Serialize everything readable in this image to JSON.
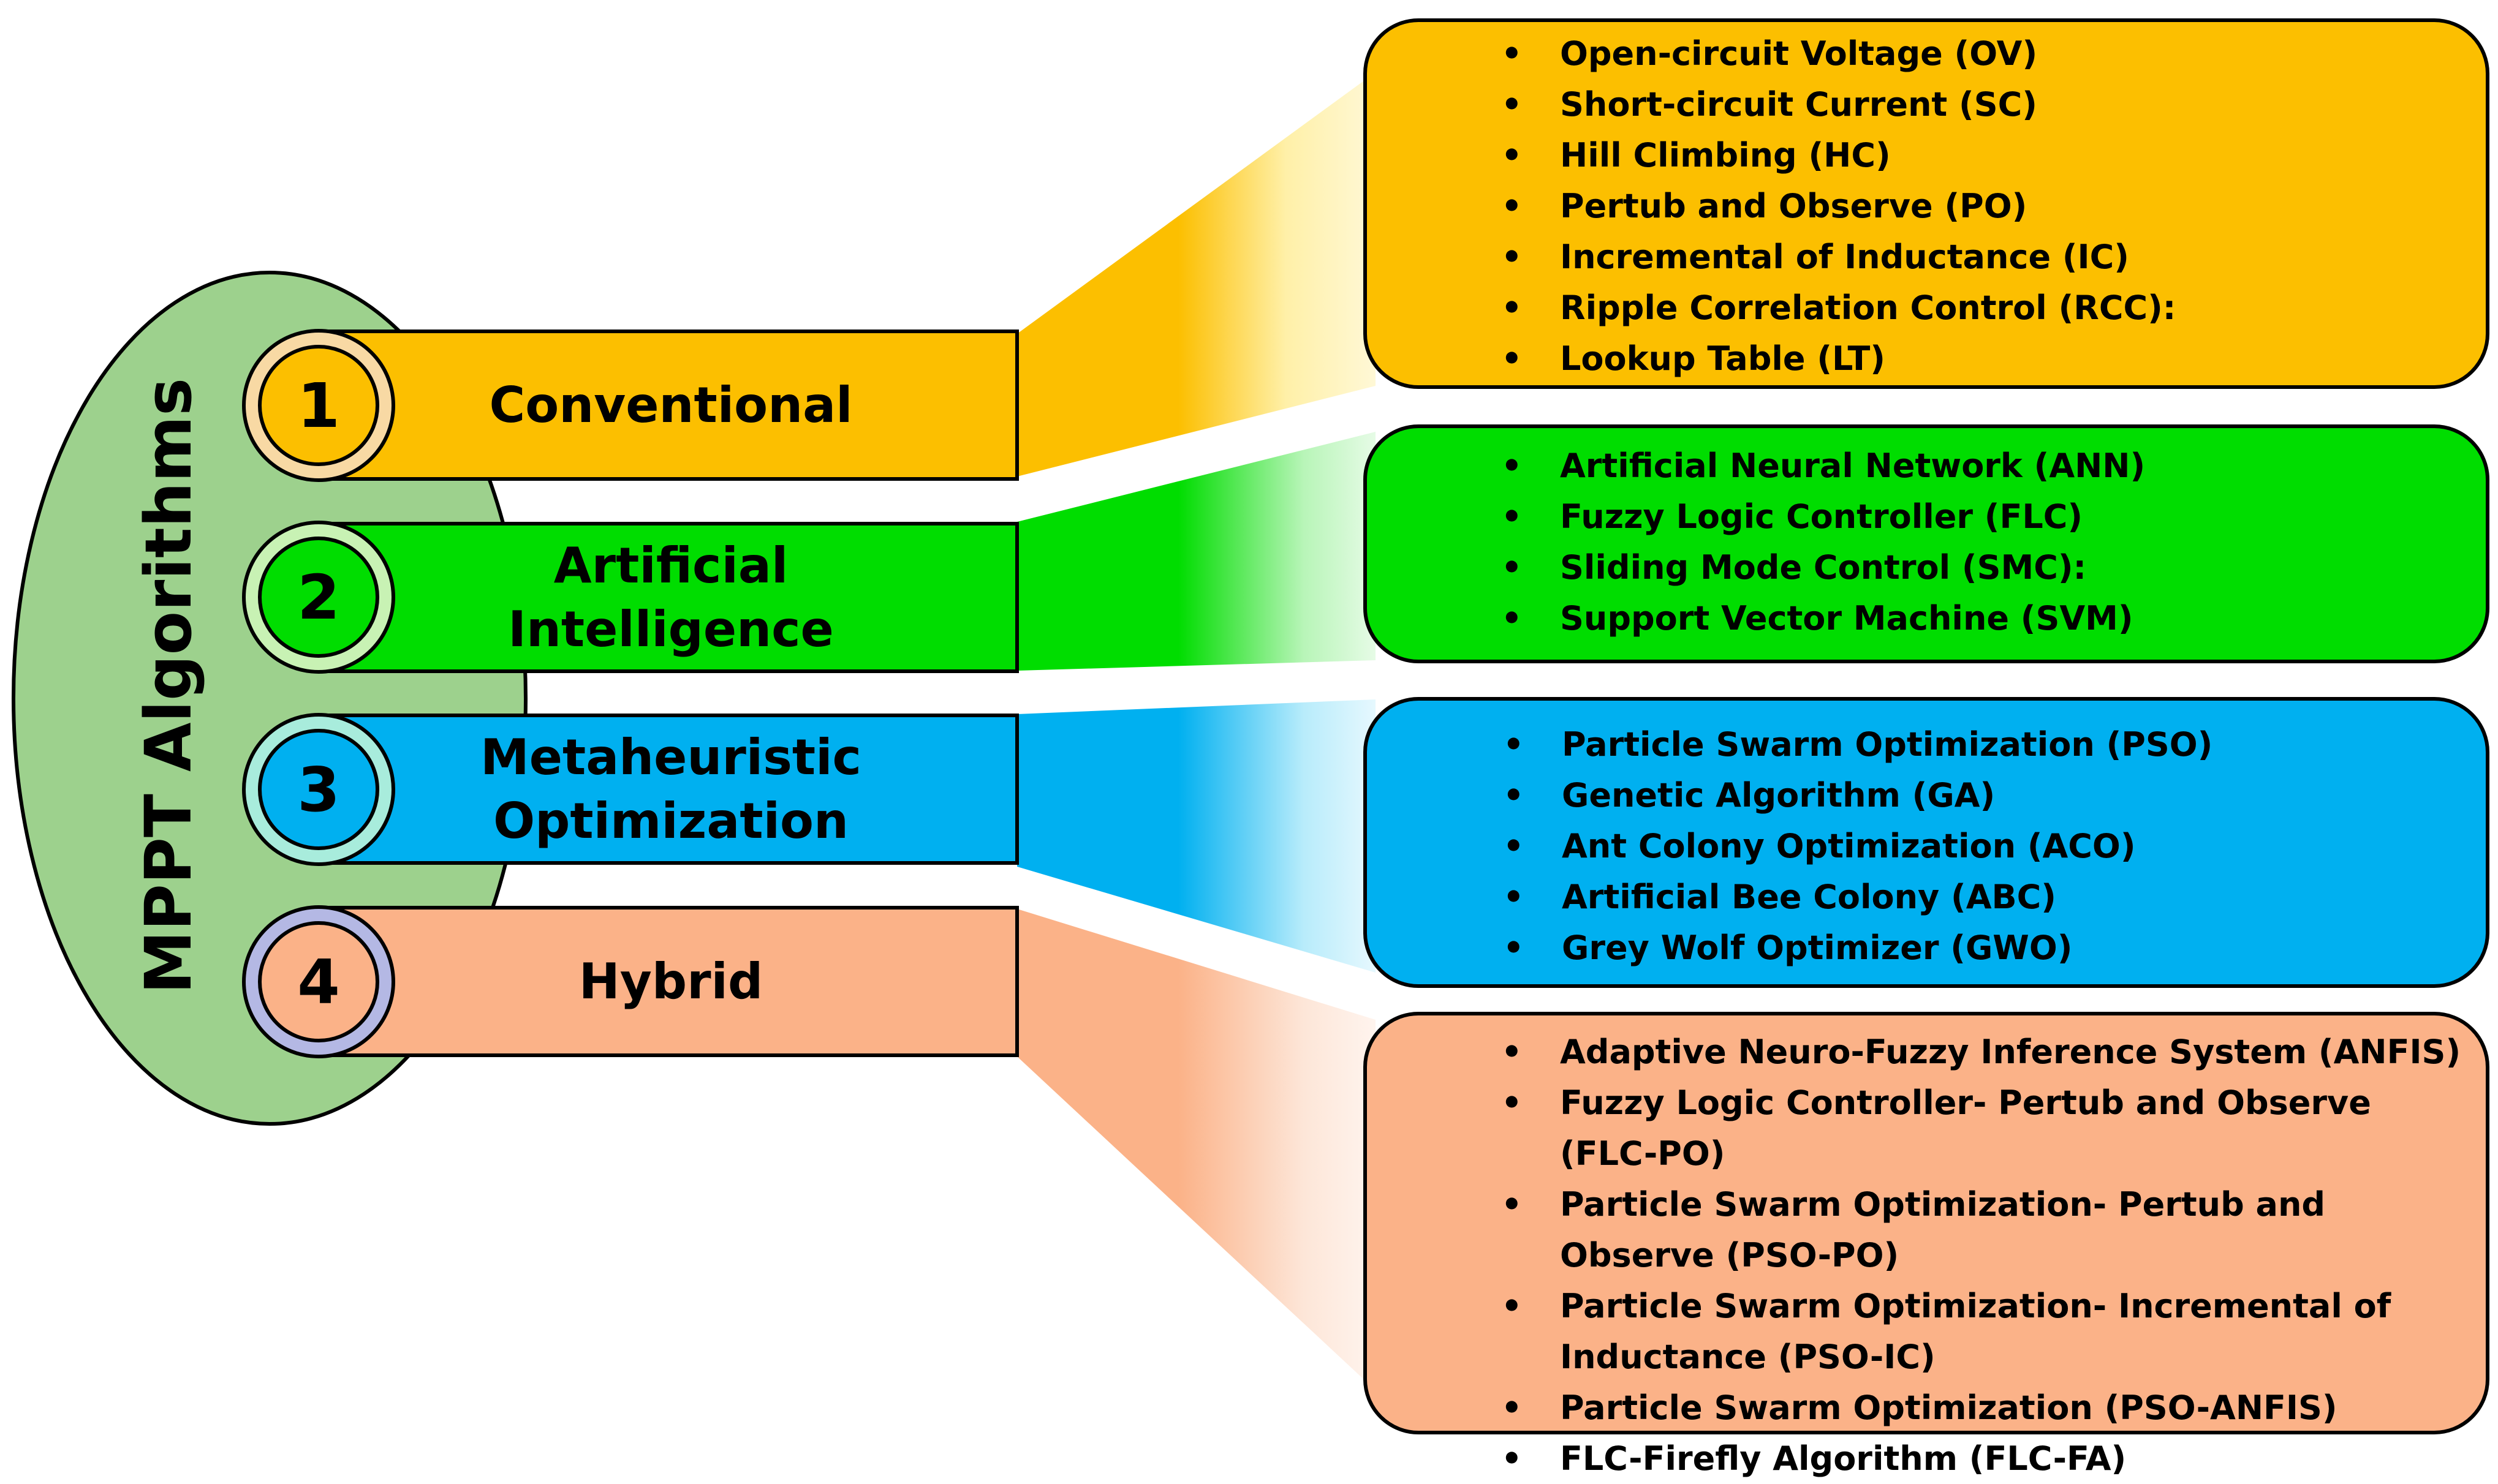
{
  "root": {
    "title": "MPPT Algorithms",
    "ellipse_color": "#9dd18d"
  },
  "categories": [
    {
      "number": "1",
      "label": "Conventional",
      "color": "#fcbf00",
      "ring_color": "#f8d9a4",
      "light_color": "#fff0a8",
      "items": [
        "Open-circuit Voltage (OV)",
        "Short-circuit Current (SC)",
        "Hill Climbing (HC)",
        "Pertub and Observe (PO)",
        "Incremental of Inductance (IC)",
        "Ripple Correlation Control (RCC):",
        "Lookup Table (LT)"
      ]
    },
    {
      "number": "2",
      "label": "Artificial Intelligence",
      "color": "#00dd00",
      "ring_color": "#c8f2b4",
      "light_color": "#b8f5b8",
      "items": [
        "Artificial Neural Network (ANN)",
        "Fuzzy Logic Controller (FLC)",
        "Sliding Mode Control (SMC):",
        "Support Vector Machine (SVM)"
      ]
    },
    {
      "number": "3",
      "label": "Metaheuristic Optimization",
      "color": "#00b0f0",
      "ring_color": "#a8ecdc",
      "light_color": "#b8ecfb",
      "items": [
        "Particle Swarm Optimization (PSO)",
        "Genetic Algorithm (GA)",
        "Ant Colony Optimization (ACO)",
        "Artificial Bee Colony (ABC)",
        "Grey Wolf Optimizer (GWO)"
      ]
    },
    {
      "number": "4",
      "label": "Hybrid",
      "color": "#fbb288",
      "ring_color": "#b4b8e4",
      "light_color": "#fde6d8",
      "items": [
        "Adaptive Neuro-Fuzzy Inference System (ANFIS)",
        "Fuzzy Logic Controller- Pertub and Observe (FLC-PO)",
        "Particle Swarm Optimization- Pertub and Observe (PSO-PO)",
        "Particle Swarm Optimization- Incremental of Inductance (PSO-IC)",
        "Particle Swarm Optimization (PSO-ANFIS)",
        "FLC-Firefly Algorithm (FLC-FA)"
      ]
    }
  ]
}
